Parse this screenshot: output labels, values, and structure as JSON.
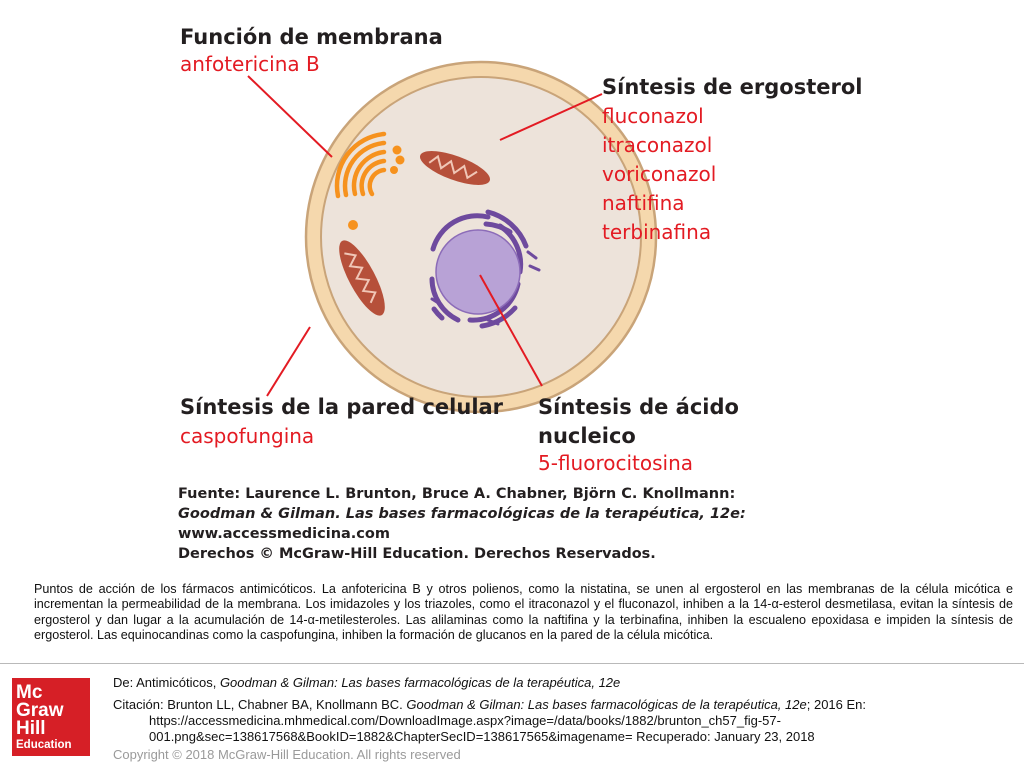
{
  "figure": {
    "labels": {
      "membrane_title": "Función de membrana",
      "membrane_drug": "anfotericina B",
      "ergosterol_title": "Síntesis de ergosterol",
      "ergosterol_drugs": [
        "fluconazol",
        "itraconazol",
        "voriconazol",
        "naftifina",
        "terbinafina"
      ],
      "wall_title": "Síntesis de la pared celular",
      "wall_drug": "caspofungina",
      "nucleic_title_1": "Síntesis de ácido",
      "nucleic_title_2": "nucleico",
      "nucleic_drug": "5-fluorocitosina"
    },
    "source": {
      "line1": "Fuente: Laurence L. Brunton, Bruce A. Chabner, Björn C. Knollmann:",
      "line2": "Goodman & Gilman. Las bases farmacológicas de la terapéutica, 12e:",
      "line3": "www.accessmedicina.com",
      "line4": "Derechos © McGraw-Hill Education. Derechos Reservados."
    },
    "colors": {
      "drug_text": "#e31b23",
      "cell_wall": "#f5d8ad",
      "cytoplasm": "#ede3da",
      "golgi": "#f6921e",
      "mitochondria": "#b6503a",
      "nucleus": "#b8a2d6",
      "er": "#6e4a9e"
    }
  },
  "caption": "Puntos de acción de los fármacos antimicóticos. La anfotericina B y otros polienos, como la nistatina, se unen al ergosterol en las membranas de la célula micótica e incrementan la permeabilidad de la membrana. Los imidazoles y los triazoles, como el itraconazol y el fluconazol, inhiben a la 14-α-esterol desmetilasa, evitan la síntesis de ergosterol y dan lugar a la acumulación de 14-α-metilesteroles. Las alilaminas como la naftifina y la terbinafina, inhiben la escualeno epoxidasa e impiden la síntesis de ergosterol. Las equinocandinas como la caspofungina, inhiben la formación de glucanos en la pared de la célula micótica.",
  "footer": {
    "logo": {
      "line1": "Mc",
      "line2": "Graw",
      "line3": "Hill",
      "line4": "Education"
    },
    "de_prefix": "De: Antimicóticos, ",
    "de_title": "Goodman & Gilman: Las bases farmacológicas de la terapéutica, 12e",
    "citation_prefix": "Citación: Brunton LL, Chabner BA, Knollmann BC. ",
    "citation_title": "Goodman & Gilman: Las bases farmacológicas de la terapéutica, 12e",
    "citation_suffix": "; 2016 En:",
    "url_line1": "https://accessmedicina.mhmedical.com/DownloadImage.aspx?image=/data/books/1882/brunton_ch57_fig-57-",
    "url_line2": "001.png&sec=138617568&BookID=1882&ChapterSecID=138617565&imagename= Recuperado: January 23, 2018",
    "copyright": "Copyright © 2018 McGraw-Hill Education. All rights reserved"
  }
}
